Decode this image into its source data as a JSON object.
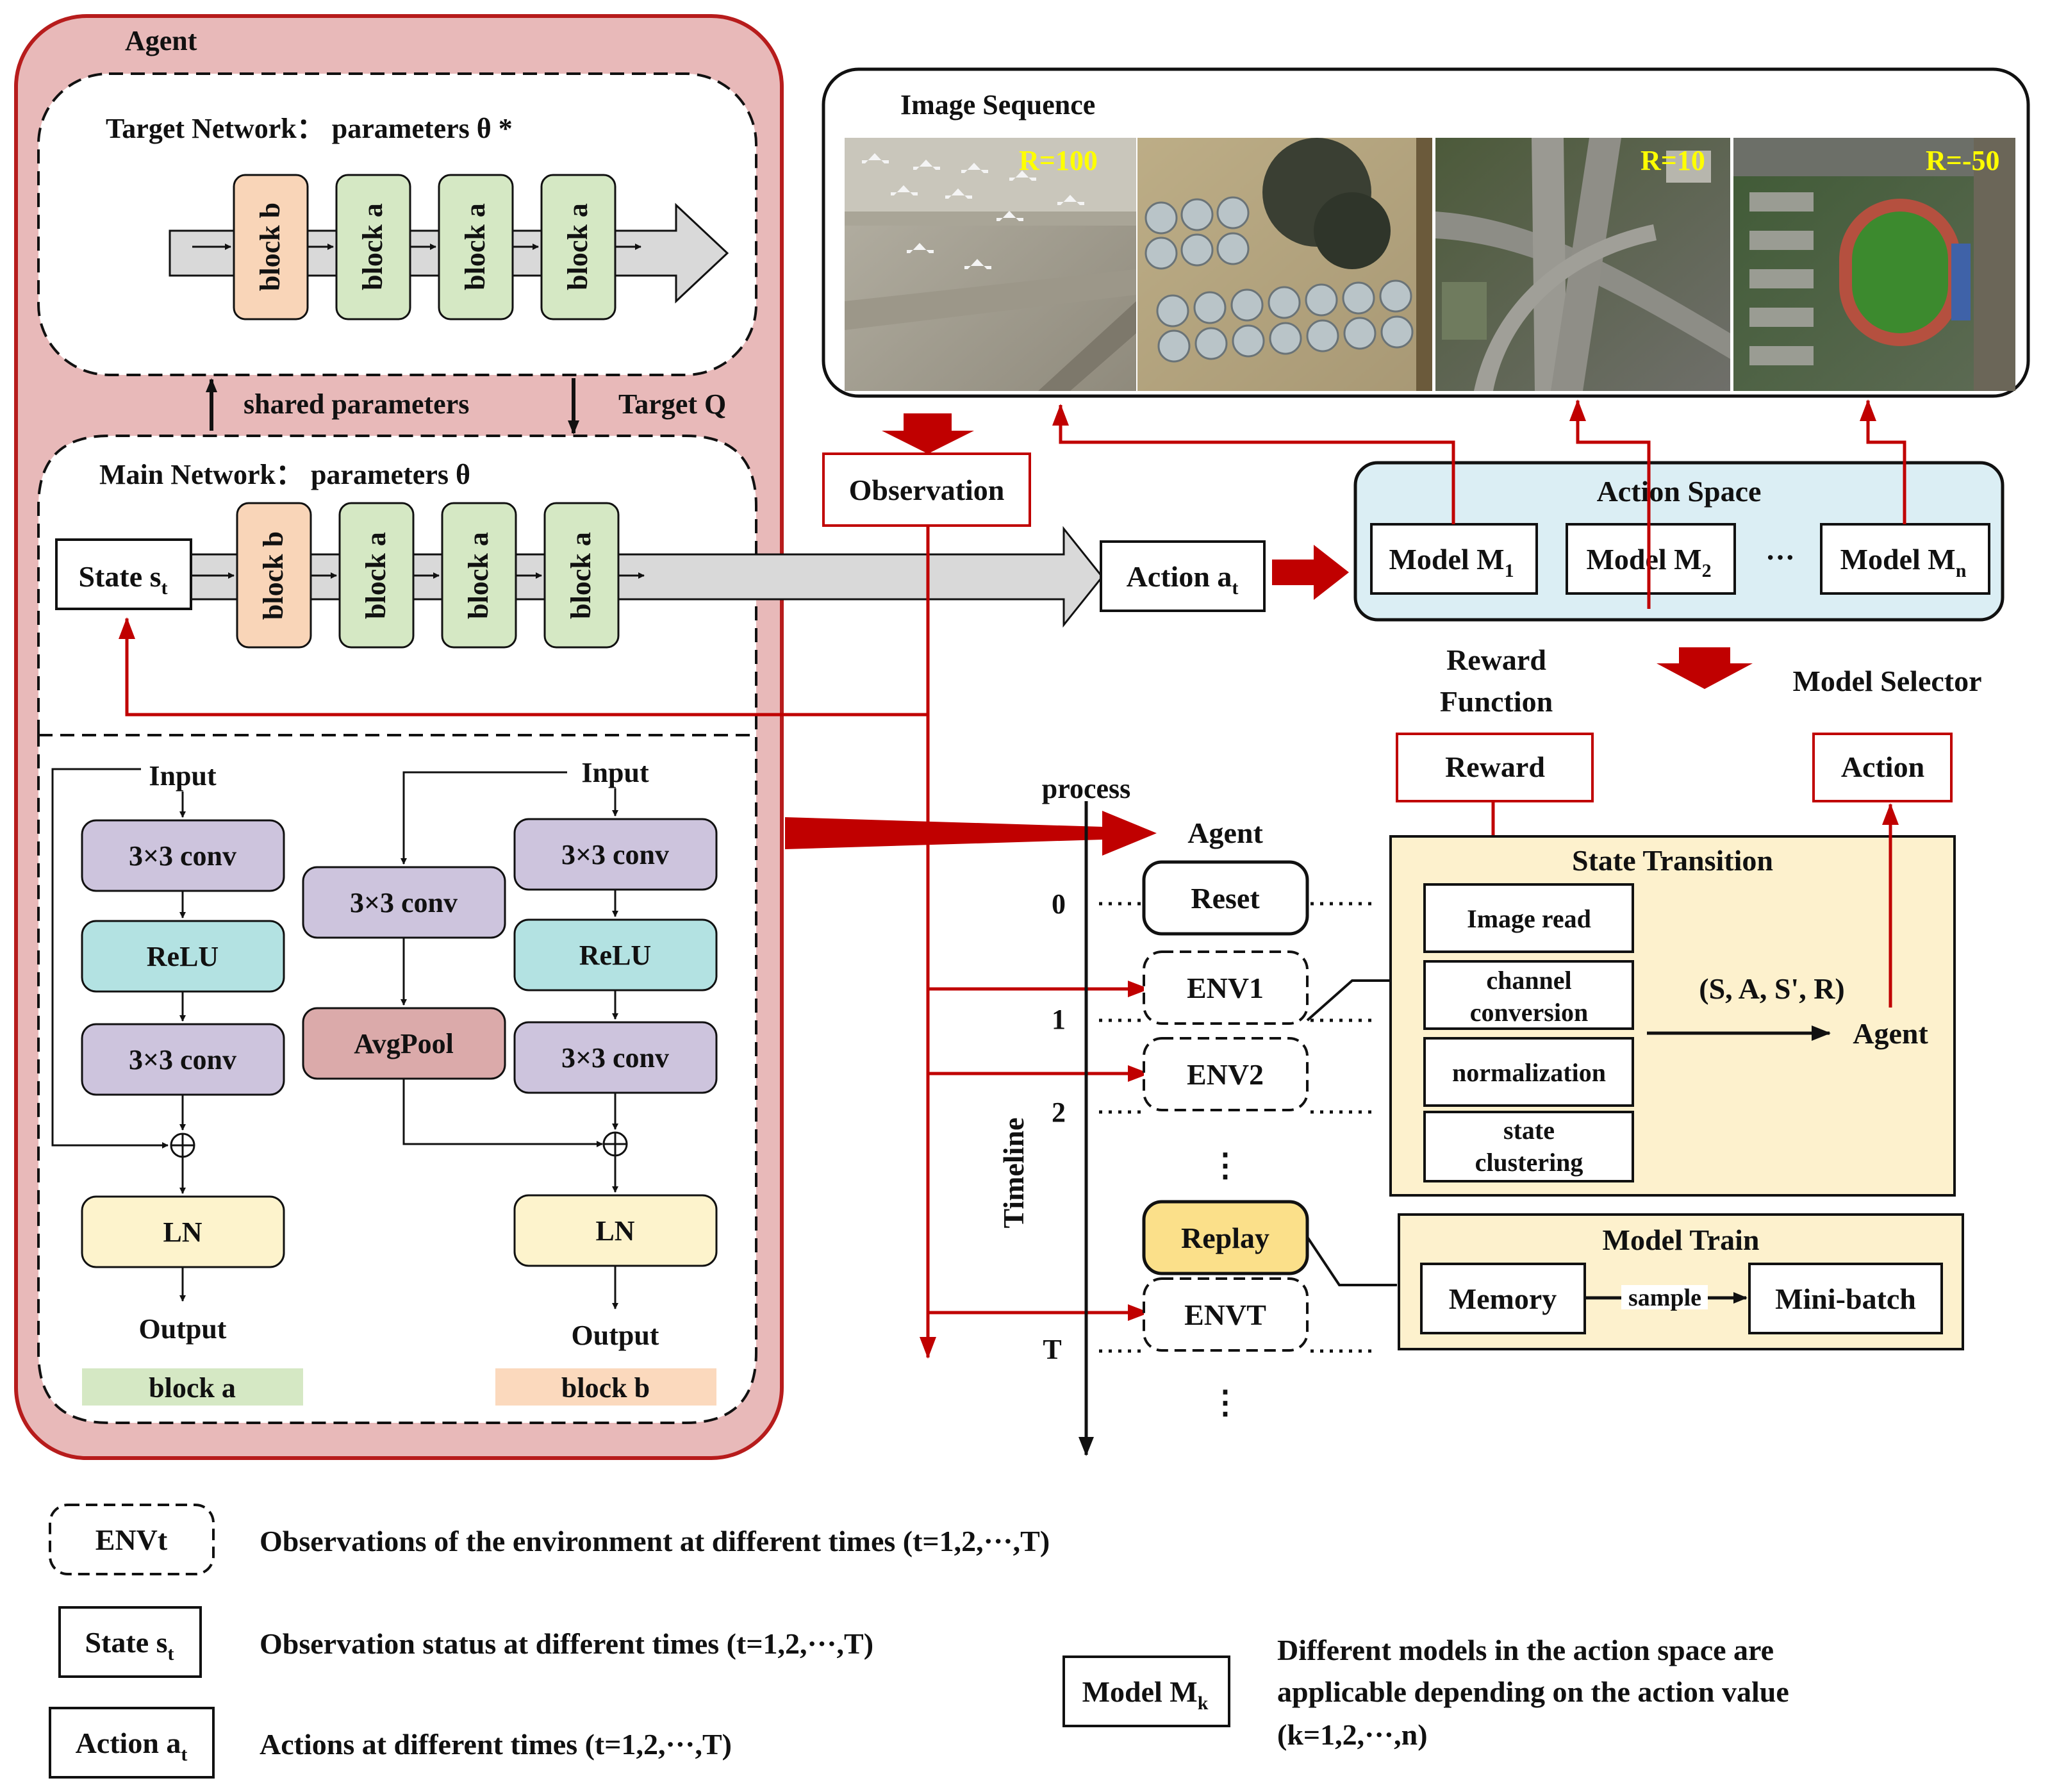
{
  "agent_panel": {
    "title": "Agent",
    "target_network_title": "Target Network： parameters θ *",
    "main_network_title": "Main Network： parameters θ",
    "shared_parameters": "shared parameters",
    "target_q": "Target Q",
    "target_blocks": [
      "block b",
      "block a",
      "block a",
      "block a"
    ],
    "main_blocks": [
      "block b",
      "block a",
      "block a",
      "block a"
    ],
    "state_box": {
      "main": "State s",
      "sub": "t"
    }
  },
  "block_detail": {
    "block_a": {
      "input": "Input",
      "conv1": "3×3 conv",
      "relu": "ReLU",
      "conv2": "3×3 conv",
      "ln": "LN",
      "output": "Output",
      "caption": "block a"
    },
    "block_b": {
      "avgpool_conv": "3×3 conv",
      "avgpool": "AvgPool",
      "input": "Input",
      "conv1": "3×3 conv",
      "relu": "ReLU",
      "conv2": "3×3 conv",
      "ln": "LN",
      "output": "Output",
      "caption": "block b"
    },
    "sum_symbol": "⊕"
  },
  "image_sequence": {
    "title": "Image Sequence",
    "rewards": [
      "R=100",
      "R=10",
      "R=-50"
    ]
  },
  "observation_label": "Observation",
  "action_box": {
    "main": "Action a",
    "sub": "t"
  },
  "action_space": {
    "title": "Action Space",
    "models": [
      {
        "main": "Model M",
        "sub": "1"
      },
      {
        "main": "Model M",
        "sub": "2"
      },
      {
        "main": "Model M",
        "sub": "n"
      }
    ],
    "ellipsis": "···"
  },
  "reward_function": {
    "line1": "Reward",
    "line2": "Function"
  },
  "model_selector": "Model Selector",
  "reward_box": "Reward",
  "action_output_box": "Action",
  "timeline": {
    "process": "process",
    "agent": "Agent",
    "axis_label": "Timeline",
    "ticks": [
      "0",
      "1",
      "2",
      "T"
    ],
    "nodes": [
      "Reset",
      "ENV1",
      "ENV2",
      "Replay",
      "ENVT"
    ],
    "vdots": "⋮"
  },
  "state_transition": {
    "title": "State Transition",
    "steps": [
      [
        "Image read"
      ],
      [
        "channel",
        "conversion"
      ],
      [
        "normalization"
      ],
      [
        "state",
        "clustering"
      ]
    ],
    "tuple": "(S, A, S', R)",
    "agent": "Agent"
  },
  "model_train": {
    "title": "Model Train",
    "memory": "Memory",
    "sample": "sample",
    "minibatch": "Mini-batch"
  },
  "legend": {
    "env": {
      "box": "ENVt",
      "desc": "Observations of the environment at different times (t=1,2,···,T)"
    },
    "state": {
      "box_main": "State s",
      "box_sub": "t",
      "desc": "Observation status at different times (t=1,2,···,T)"
    },
    "action": {
      "box_main": "Action a",
      "box_sub": "t",
      "desc": "Actions at different times (t=1,2,···,T)"
    },
    "model": {
      "box_main": "Model M",
      "box_sub": "k",
      "desc_lines": [
        "Different models in the action space are",
        "applicable depending on the action value",
        "(k=1,2,···,n)"
      ]
    }
  },
  "colors": {
    "agent_bg": "#e8b9b9",
    "agent_border": "#b71c1c",
    "red": "#c00000",
    "block_a": "#d5e8c4",
    "block_b": "#f9d5b8",
    "conv": "#cdc4dd",
    "relu": "#b3e2e2",
    "avgpool": "#dbaaaa",
    "ln": "#fdf3cc",
    "yellow_panel": "#fdf1cd",
    "replay": "#fbe08a",
    "action_space_bg": "#dbeef4",
    "arrow_gray": "#d9d9d9",
    "caption_a": "#d5e8c4",
    "caption_b": "#fbd9bd",
    "reward_text": "#ffff00"
  }
}
